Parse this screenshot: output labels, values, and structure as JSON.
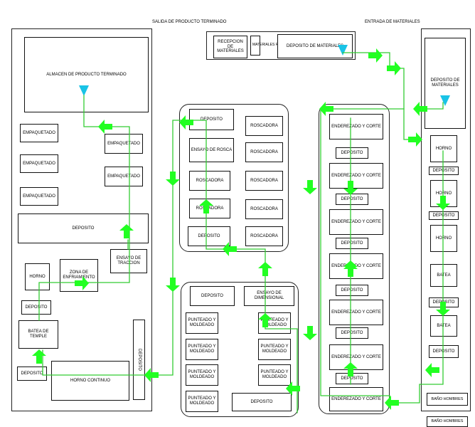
{
  "labels": {
    "salida": "SALIDA DE PRODUCTO TERMINADO",
    "entrada": "ENTRADA DE MATERIALES",
    "recepcion": "RECEPCION DE MATERIALES",
    "rechazados": "MATERIALES RECHAZADOS",
    "deposito_materiales_top": "DEPOSITO DE MATERIALES",
    "deposito_materiales_right": "DEPOSITO DE MATERIALES",
    "almacen": "ALMACEN DE PRODUCTO TERMINADO",
    "empaquetado": "EMPAQUETADO",
    "deposito": "DEPOSITO",
    "ensayo_traccion": "ENSAYO DE TRACCION",
    "horno": "HORNO",
    "zona_enfriamiento": "ZONA DE ENFRIAMIENTO",
    "batea_temple": "BATEA DE TEMPLE",
    "horno_continuo": "HORNO CONTINUO",
    "roscadora": "ROSCADORA",
    "ensayo_rosca": "ENSAYO DE ROSCA",
    "ensayo_dimensional": "ENSAYO DE DIMENSIONAL",
    "punteado": "PUNTEADO Y MOLDEADO",
    "enderezado": "ENDEREZADO Y CORTE",
    "batea": "BATEA",
    "bano": "BAÑO HOMBRES"
  },
  "colors": {
    "flow_line": "#33cc33",
    "flow_arrow": "#22ff22",
    "marker": "#19c3e6"
  }
}
